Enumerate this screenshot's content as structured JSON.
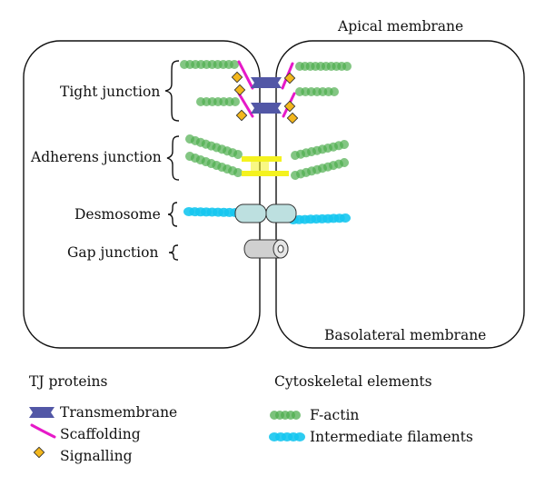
{
  "membranes": {
    "apical": "Apical membrane",
    "basolateral": "Basolateral membrane"
  },
  "junctions": {
    "tight": "Tight junction",
    "adherens": "Adherens junction",
    "desmosome": "Desmosome",
    "gap": "Gap junction"
  },
  "legend": {
    "tj_title": "TJ proteins",
    "transmembrane": "Transmembrane",
    "scaffolding": "Scaffolding",
    "signalling": "Signalling",
    "cyto_title": "Cytoskeletal elements",
    "factin": "F-actin",
    "filaments": "Intermediate filaments"
  },
  "colors": {
    "factin": "#4fae4f",
    "filament": "#16c6f0",
    "transmembrane": "#5257a6",
    "scaffolding": "#e619c8",
    "signalling": "#f3b71d",
    "adherens": "#f4f21f",
    "desmosome_plaque": "#bde0e0",
    "gap_channel": "#d0d0d0"
  }
}
